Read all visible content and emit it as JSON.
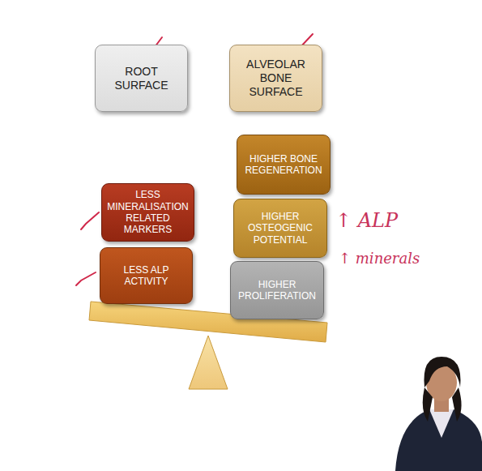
{
  "diagram": {
    "nodes": [
      {
        "text": [
          "ROOT SURFACE"
        ]
      },
      {
        "text": [
          "ALVEOLAR BONE SURFACE"
        ]
      },
      {
        "text": [
          "HIGHER BONE REGENERATION"
        ]
      },
      {
        "text": [
          "LESS MINERALISATION RELATED MARKERS"
        ]
      },
      {
        "text": [
          "HIGHER OSTEOGENIC POTENTIAL"
        ]
      },
      {
        "text": [
          "LESS ALP ACTIVITY"
        ]
      },
      {
        "text": [
          "HIGHER PROLIFERATION"
        ]
      }
    ],
    "labels": [
      "↑ ALP",
      "↑ minerals"
    ]
  }
}
